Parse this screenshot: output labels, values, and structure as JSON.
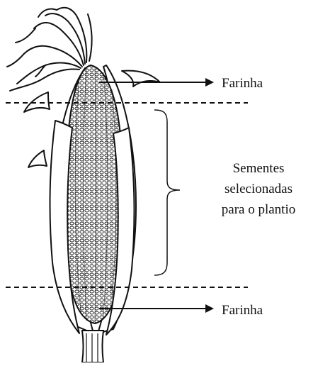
{
  "labels": {
    "top": "Farinha",
    "bottom": "Farinha",
    "middle": [
      "Sementes",
      "selecionadas",
      "para o plantio"
    ]
  },
  "icons": [
    "corn-cob-illustration"
  ],
  "colors": {
    "ink": "#111111",
    "background": "#ffffff"
  }
}
